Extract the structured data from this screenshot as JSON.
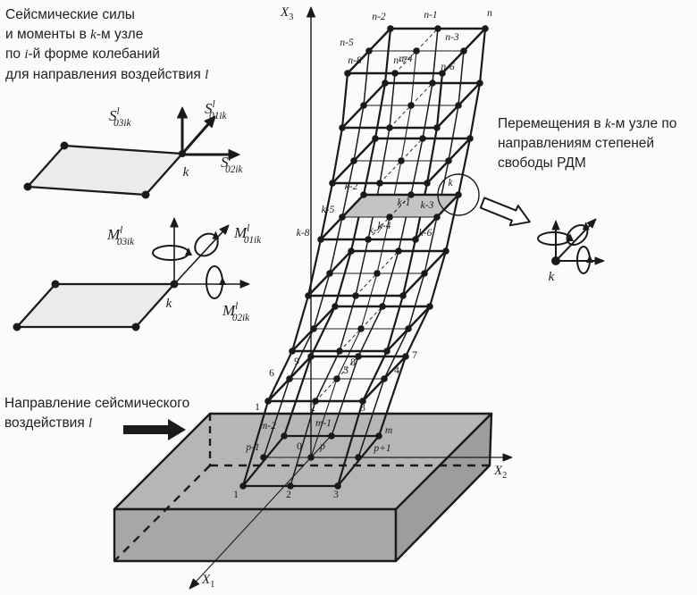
{
  "colors": {
    "ink": "#1a1a1a",
    "foundation_top": "#b6b6b6",
    "foundation_front": "#a7a7a7",
    "foundation_side": "#9d9d9d",
    "plate_fill": "#ebebeb",
    "shaded_cell": "#c4c4c4",
    "background": "#fbfbfb"
  },
  "annotations": {
    "top_left": [
      "Сейсмические силы",
      "и моменты в k-м узле",
      "по i-й форме колебаний",
      "для направления воздействия l"
    ],
    "right": [
      "Перемещения в k-м узле по",
      "направлениям степеней",
      "свободы РДМ"
    ],
    "bottom_left": [
      "Направление сейсмического",
      "воздействия l"
    ]
  },
  "force_diagram": {
    "vectors": [
      {
        "base": "S",
        "sup": "l",
        "sub": "03ik"
      },
      {
        "base": "S",
        "sup": "l",
        "sub": "01ik"
      },
      {
        "base": "S",
        "sup": "l",
        "sub": "02ik"
      }
    ],
    "node_label": "k"
  },
  "moment_diagram": {
    "vectors": [
      {
        "base": "M",
        "sup": "l",
        "sub": "03ik"
      },
      {
        "base": "M",
        "sup": "l",
        "sub": "01ik"
      },
      {
        "base": "M",
        "sup": "l",
        "sub": "02ik"
      }
    ],
    "node_label": "k"
  },
  "axes": {
    "x1": {
      "base": "X",
      "sub": "1"
    },
    "x2": {
      "base": "X",
      "sub": "2"
    },
    "x3": {
      "base": "X",
      "sub": "3"
    }
  },
  "lattice": {
    "top_floor_labels": [
      "n-2",
      "n-1",
      "n",
      "n-5",
      "n-4",
      "n-3",
      "n-8",
      "n-7",
      "n-6"
    ],
    "k_floor_labels": [
      "k-2",
      "k-1",
      "k",
      "k-5",
      "k-4",
      "k-3",
      "k-8",
      "k-7",
      "k-6"
    ],
    "first_floor_labels": [
      "9",
      "8",
      "7",
      "6",
      "5",
      "4",
      "1",
      "2",
      "3"
    ],
    "ground_back_labels": [
      "m-2",
      "m-1",
      "m"
    ],
    "ground_mid_labels": [
      "p-1",
      "0",
      "p",
      "p+1"
    ],
    "ground_front_labels": [
      "1",
      "2",
      "3"
    ],
    "circled_node_label": "k"
  },
  "dof_icon": {
    "node_label": "k"
  }
}
